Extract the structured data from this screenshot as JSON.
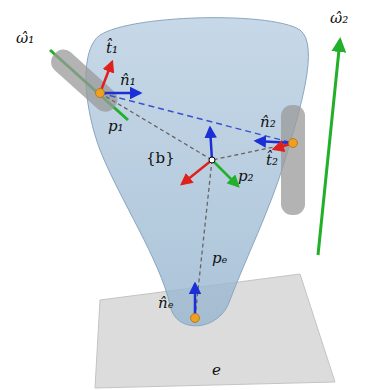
{
  "diagram": {
    "labels": [
      "ω̂₁",
      "t̂₁",
      "ω̂₂",
      "n̂₁",
      "n̂₂",
      "p₁",
      "{b}",
      "t̂₂",
      "p₂",
      "pₑ",
      "n̂ₑ",
      "e"
    ]
  }
}
